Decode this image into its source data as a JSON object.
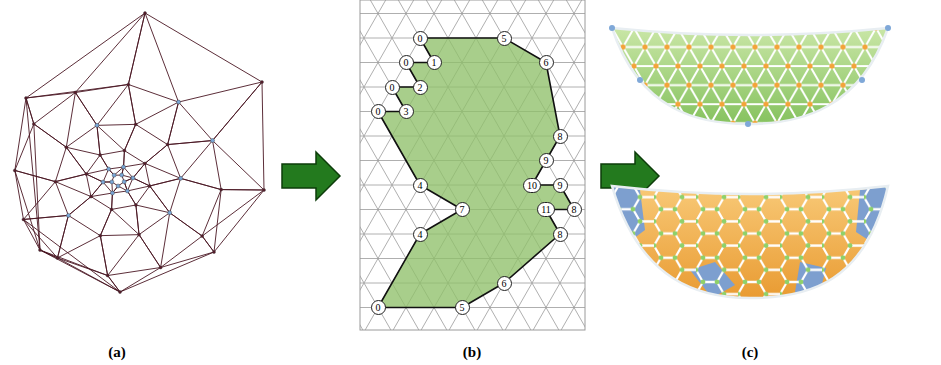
{
  "diagram": {
    "labels": [
      "0",
      "5",
      "0",
      "1",
      "6",
      "0",
      "2",
      "0",
      "3",
      "8",
      "9",
      "4",
      "10",
      "9",
      "7",
      "11",
      "8",
      "4",
      "8",
      "6",
      "0",
      "5",
      "(a)",
      "(b)",
      "(c)"
    ]
  }
}
